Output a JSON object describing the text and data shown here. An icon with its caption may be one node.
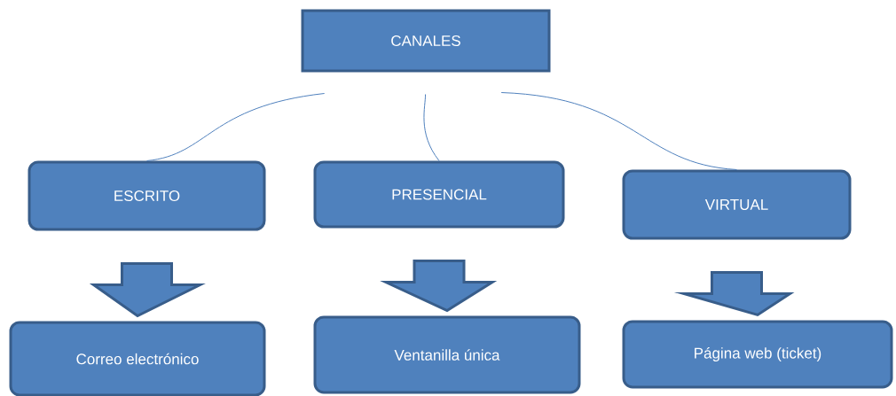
{
  "diagram": {
    "nodes": [
      {
        "text": [
          "CANALES"
        ]
      },
      {
        "text": [
          "ESCRITO"
        ]
      },
      {
        "text": [
          "PRESENCIAL"
        ]
      },
      {
        "text": [
          "VIRTUAL"
        ]
      },
      {
        "text": [
          "Correo electrónico"
        ]
      },
      {
        "text": [
          "Ventanilla única"
        ]
      },
      {
        "text": [
          "Página web (ticket)"
        ]
      }
    ],
    "edges": [
      {
        "from": 0,
        "to": 1,
        "arrow": "none"
      },
      {
        "from": 0,
        "to": 2,
        "arrow": "none"
      },
      {
        "from": 0,
        "to": 3,
        "arrow": "none"
      },
      {
        "from": 1,
        "to": 4,
        "arrow": "to"
      },
      {
        "from": 2,
        "to": 5,
        "arrow": "to"
      },
      {
        "from": 3,
        "to": 6,
        "arrow": "to"
      }
    ]
  }
}
